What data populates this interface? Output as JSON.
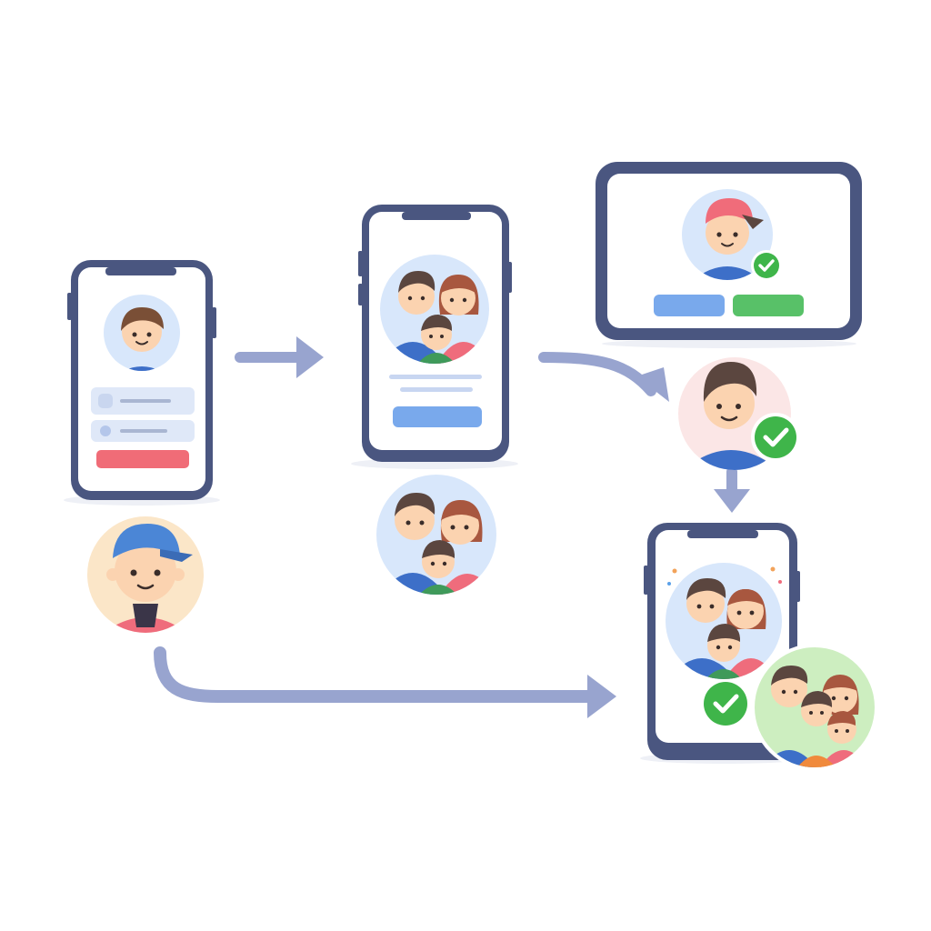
{
  "diagram": {
    "steps": [
      {
        "id": "parent-login",
        "device": "phone",
        "persona": "boy-in-cap"
      },
      {
        "id": "family-profile",
        "device": "phone",
        "persona": "family"
      },
      {
        "id": "device-verified",
        "device": "tablet",
        "persona": "boy-in-cap",
        "status": "verified"
      },
      {
        "id": "child-verified",
        "device": "avatar",
        "persona": "boy",
        "status": "verified"
      },
      {
        "id": "family-connected",
        "device": "phone",
        "persona": "family",
        "status": "verified"
      }
    ],
    "icons": {
      "arrow": "arrow-right-icon",
      "check": "check-circle-icon"
    }
  },
  "colors": {
    "device_frame": "#4a5680",
    "screen": "#ffffff",
    "arrow": "#98a4cf",
    "avatar_bg_blue": "#d8e7fb",
    "avatar_bg_cream": "#fbe6c8",
    "avatar_bg_pink": "#fbe6e6",
    "avatar_bg_green": "#cdeec0",
    "check_green": "#3fb54a",
    "button_blue": "#79a9ec",
    "button_green": "#58c168",
    "button_red": "#f06c77",
    "field_blue": "#dfe8f8",
    "skin": "#fbd3b0",
    "hair": "#5b463f",
    "shirt_blue": "#3d6fc8",
    "shirt_pink": "#ef6c7c",
    "cap_blue": "#4b86d6",
    "cap_pink": "#f06c7a"
  }
}
